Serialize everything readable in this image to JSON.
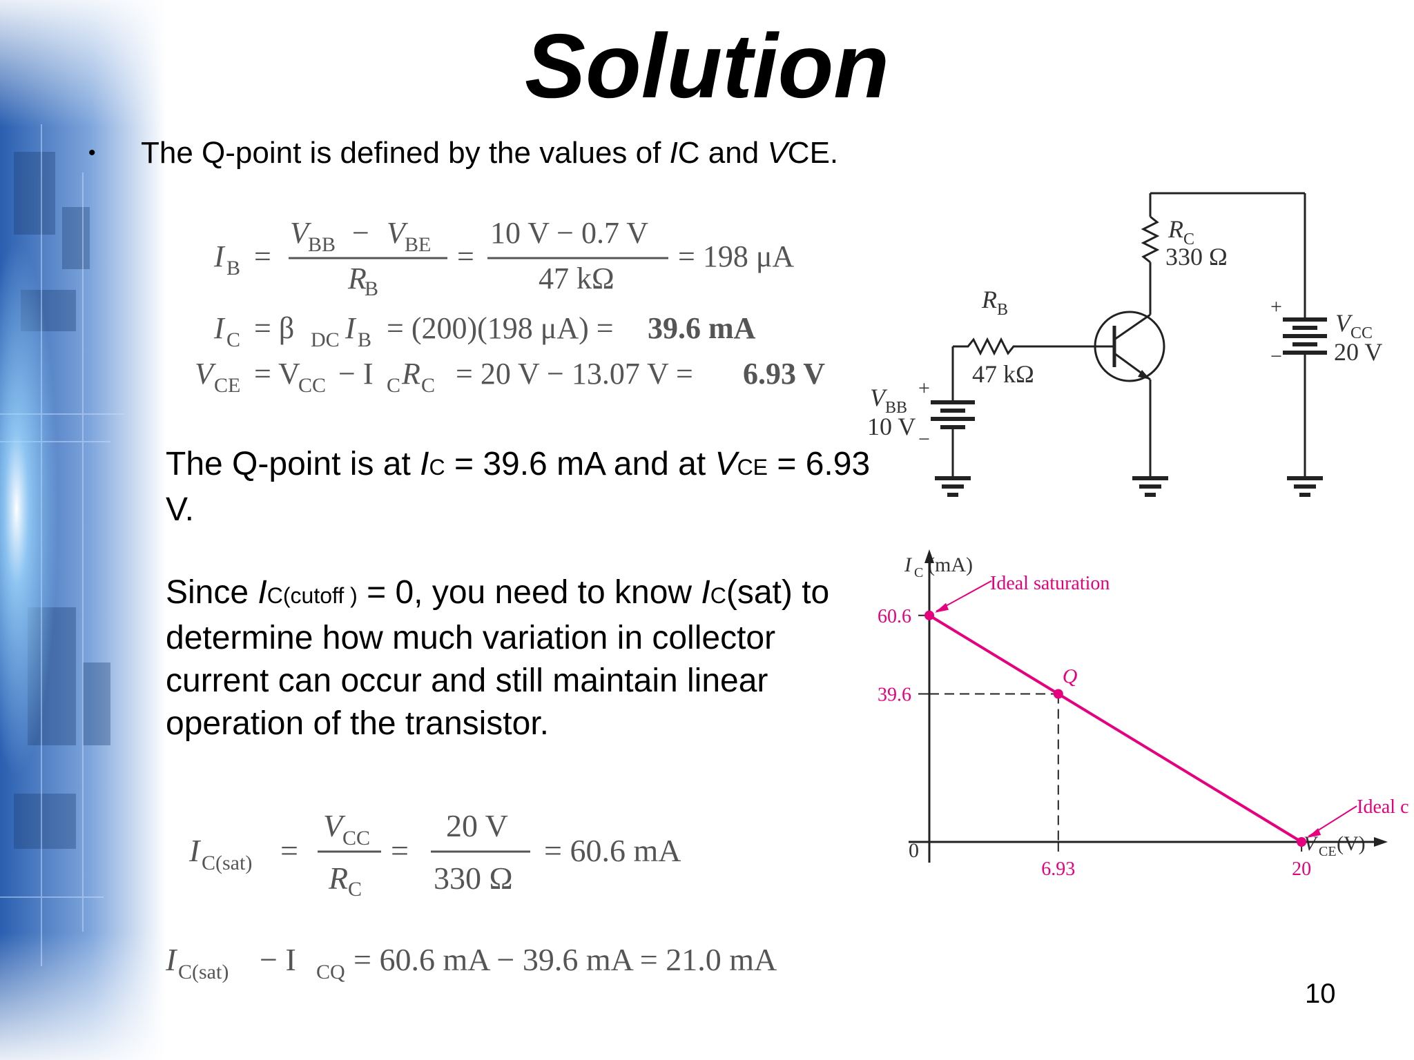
{
  "slide": {
    "title": "Solution",
    "page_number": "10",
    "bullet": {
      "pre": "The Q-point is defined by the values of ",
      "var1": "I",
      "var1_rest": "C and ",
      "var2": "V",
      "var2_rest": "CE."
    },
    "qpoint_para": {
      "t1": "The Q-point is at ",
      "ic_i": "I",
      "ic_sub": "C",
      "t2": " = 39.6 mA and at ",
      "vce_i": "V",
      "vce_sub": "CE",
      "t3": " = 6.93 V."
    },
    "cutoff_para": {
      "t1": "Since ",
      "i1": "I",
      "s1": "C(cutoff )",
      "t2": " = 0, you need to know ",
      "i2": "I",
      "s2": "C",
      "t3": "(sat) to determine how much variation in collector current can occur and still maintain linear operation of the transistor."
    }
  },
  "equations": {
    "ib": {
      "lhs": "I",
      "lhs_sub": "B",
      "num1": "V",
      "num1_sub1": "BB",
      "minus": "−",
      "num1_v2": "V",
      "num1_sub2": "BE",
      "den1": "R",
      "den1_sub": "B",
      "num2": "10 V − 0.7 V",
      "den2": "47 kΩ",
      "result": "= 198 μA"
    },
    "ic": {
      "lhs": "I",
      "lhs_sub": "C",
      "rhs1": "= β",
      "rhs1_sub": "DC",
      "rhs2": "I",
      "rhs2_sub": "B",
      "rhs3": "= (200)(198 μA) =",
      "result": "39.6 mA"
    },
    "vce": {
      "lhs": "V",
      "lhs_sub": "CE",
      "rhs1": "= V",
      "rhs1_sub": "CC",
      "rhs2": "− I",
      "rhs2_sub": "C",
      "rhs3": "R",
      "rhs3_sub": "C",
      "rhs4": "= 20 V − 13.07 V =",
      "result": "6.93 V"
    },
    "icsat": {
      "lhs": "I",
      "lhs_sub": "C(sat)",
      "num1": "V",
      "num1_sub": "CC",
      "den1": "R",
      "den1_sub": "C",
      "num2": "20 V",
      "den2": "330 Ω",
      "result": "= 60.6 mA"
    },
    "diff": {
      "t1": "I",
      "t1_sub": "C(sat)",
      "t2": "− I",
      "t2_sub": "CQ",
      "t3": "= 60.6 mA − 39.6 mA = 21.0 mA"
    }
  },
  "circuit": {
    "rc_label": "R",
    "rc_sub": "C",
    "rc_value": "330 Ω",
    "rb_label": "R",
    "rb_sub": "B",
    "rb_value": "47 kΩ",
    "vcc_label": "V",
    "vcc_sub": "CC",
    "vcc_value": "20 V",
    "vbb_label": "V",
    "vbb_sub": "BB",
    "vbb_value": "10 V",
    "plus": "+",
    "minus": "−"
  },
  "chart_data": {
    "type": "line",
    "xlabel_i": "V",
    "xlabel_sub": "CE",
    "xlabel_unit": "(V)",
    "ylabel_i": "I",
    "ylabel_sub": "C",
    "ylabel_unit": "(mA)",
    "origin_label": "0",
    "xlim": [
      0,
      23
    ],
    "ylim": [
      0,
      72
    ],
    "x_ticks": [
      6.93,
      20
    ],
    "x_tick_labels": [
      "6.93",
      "20"
    ],
    "y_ticks": [
      39.6,
      60.6
    ],
    "y_tick_labels": [
      "39.6",
      "60.6"
    ],
    "series": [
      {
        "x": [
          0,
          6.93,
          20
        ],
        "y": [
          60.6,
          39.6,
          0
        ],
        "color": "#e6007e"
      }
    ],
    "q_point": {
      "x": 6.93,
      "y": 39.6,
      "label": "Q"
    },
    "annotations": {
      "saturation": "Ideal saturation",
      "cutoff": "Ideal cutoff"
    }
  },
  "colors": {
    "accent": "#e6007e",
    "equation_gray": "#555555"
  }
}
